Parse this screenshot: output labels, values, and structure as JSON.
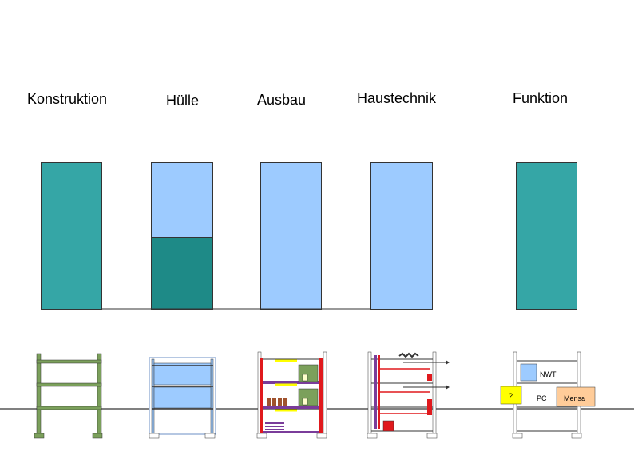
{
  "columns": [
    {
      "heading": "Konstruktion"
    },
    {
      "heading": "Hülle"
    },
    {
      "heading": "Ausbau"
    },
    {
      "heading": "Haustechnik"
    },
    {
      "heading": "Funktion"
    }
  ],
  "function_labels": {
    "nwt": "NWT",
    "unknown": "?",
    "pc": "PC",
    "mensa": "Mensa"
  },
  "colors": {
    "teal": "#35a6a6",
    "dark_teal": "#1e8a87",
    "light_blue": "#9dcbff",
    "green": "#7ba05b",
    "red": "#e0191d",
    "purple": "#7a3c9a",
    "yellow": "#ffff00",
    "peach": "#ffcc99"
  }
}
